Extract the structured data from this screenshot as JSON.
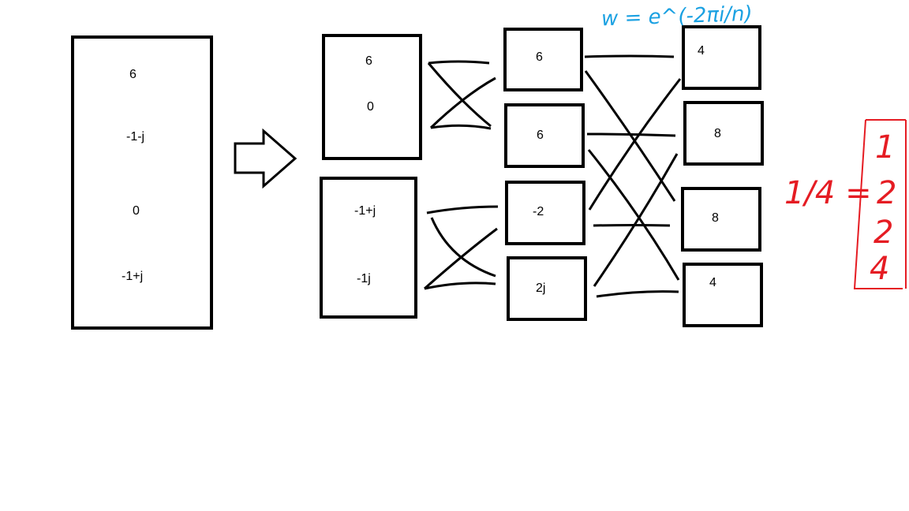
{
  "input_box": {
    "values": [
      "6",
      "-1-j",
      "0",
      "-1+j"
    ]
  },
  "stage1": {
    "top_box": [
      "6",
      "0"
    ],
    "bottom_box": [
      "-1+j",
      "-1j"
    ]
  },
  "stage2": {
    "values": [
      "6",
      "6",
      "-2",
      "2j"
    ]
  },
  "output": {
    "values": [
      "4",
      "8",
      "8",
      "4"
    ]
  },
  "omega_note": "w = e^(-2πi/n)",
  "result": {
    "prefix": "1/4 =",
    "vector": [
      "1",
      "2",
      "2",
      "4"
    ]
  },
  "colors": {
    "ink": "#000000",
    "blue_annotation": "#1ba1e2",
    "red_annotation": "#e51c23"
  }
}
